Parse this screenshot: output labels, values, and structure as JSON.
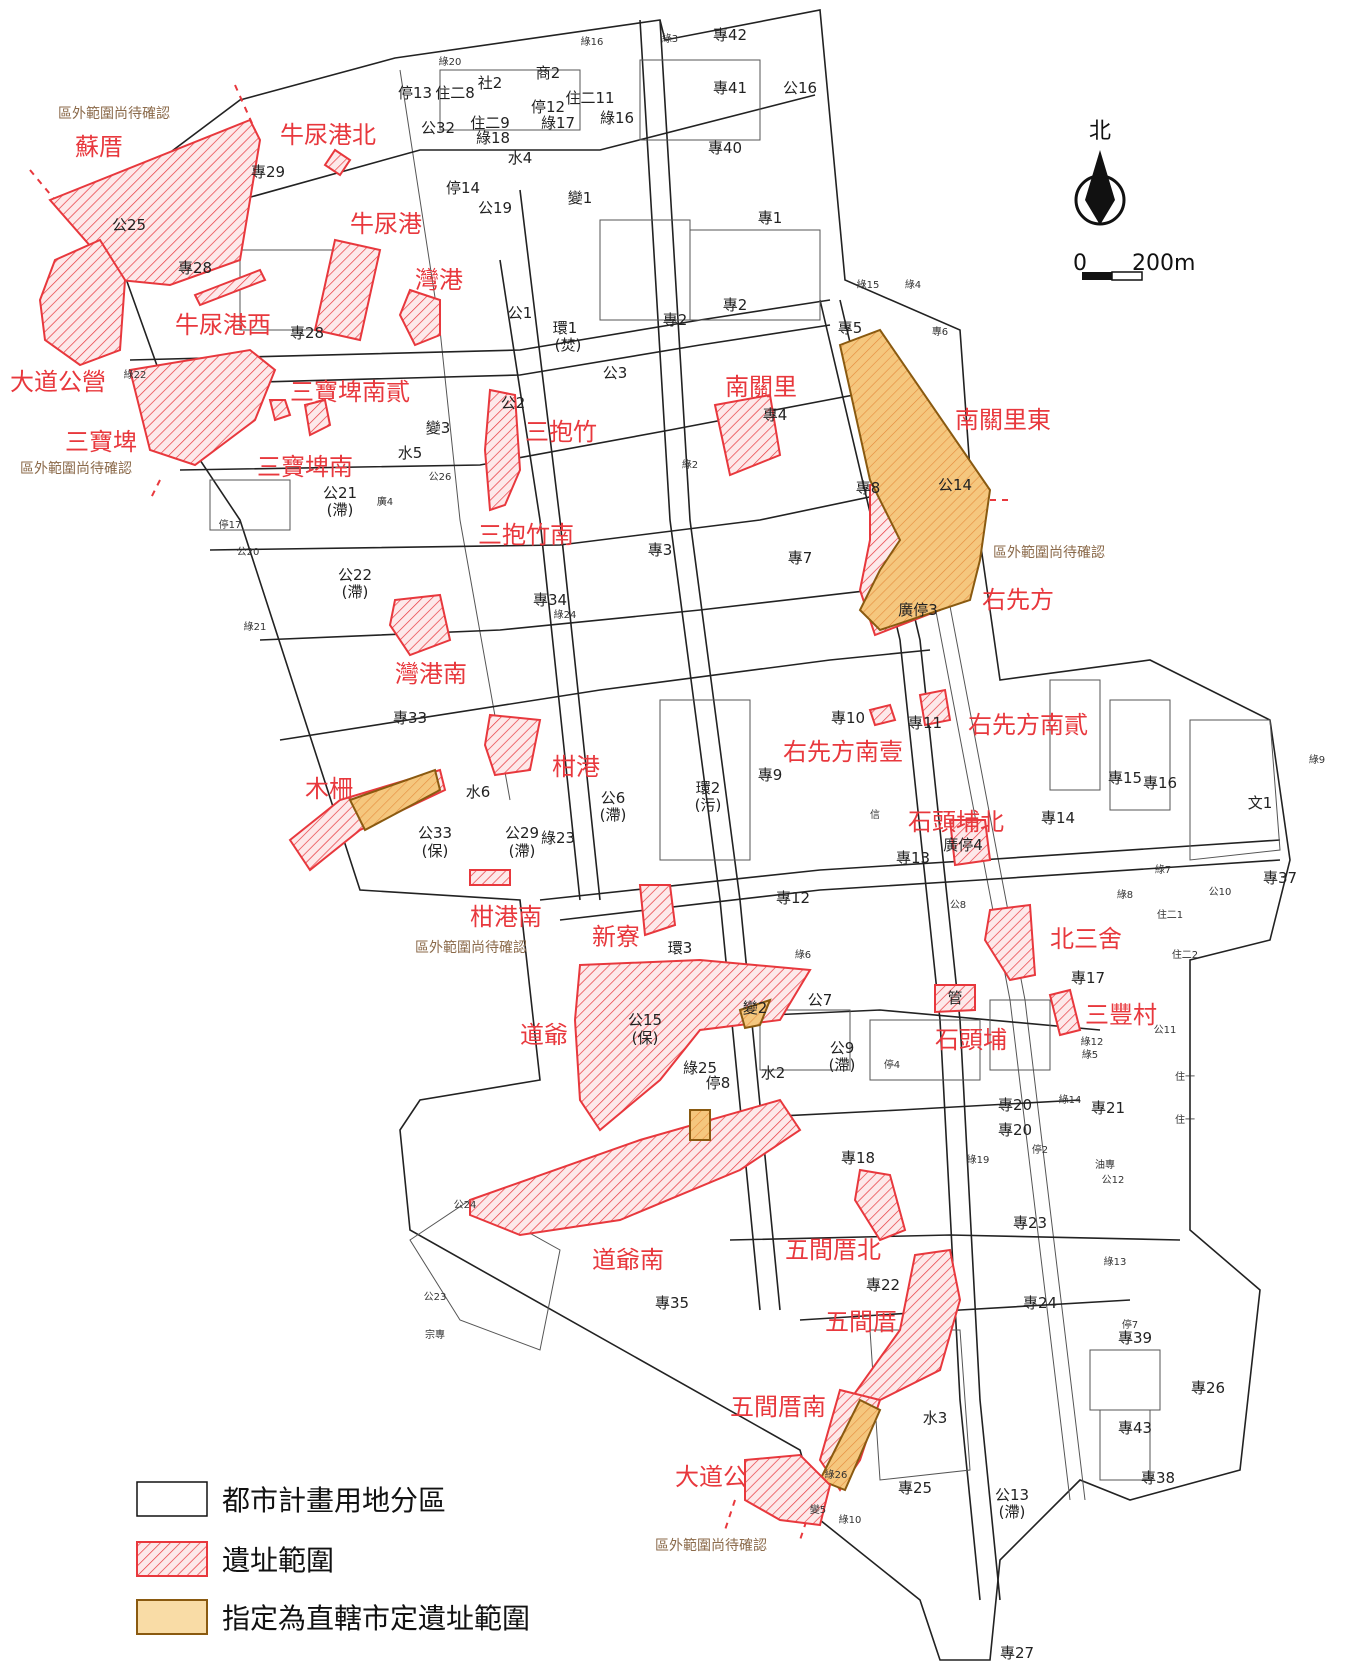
{
  "north_label": "北",
  "scale": {
    "zero": "0",
    "distance": "200m"
  },
  "notes": {
    "nw": "區外範圍尚待確認",
    "w": "區外範圍尚待確認",
    "e": "區外範圍尚待確認",
    "s": "區外範圍尚待確認",
    "se": "區外範圍尚待確認"
  },
  "legend": {
    "zoning": "都市計畫用地分區",
    "site": "遺址範圍",
    "designated": "指定為直轄市定遺址範圍"
  },
  "colors": {
    "site": "#e8383d",
    "designated_fill": "#f5c77e",
    "designated_stroke": "#8a5a10",
    "note": "#8b6a4a"
  },
  "sites": {
    "s01": "蘇厝",
    "s02": "牛尿港北",
    "s03": "牛尿港",
    "s04": "灣港",
    "s05": "牛尿港西",
    "s06": "大道公營",
    "s07": "三寶埤",
    "s08": "三寶埤南貳",
    "s09": "三寶埤南",
    "s10": "三抱竹",
    "s11": "三抱竹南",
    "s12": "南關里",
    "s13": "南關里東",
    "s14": "右先方",
    "s15": "灣港南",
    "s16": "右先方南貳",
    "s17": "右先方南壹",
    "s18": "木柵",
    "s19": "柑港",
    "s20": "石頭埔北",
    "s21": "柑港南",
    "s22": "新寮",
    "s23": "北三舍",
    "s24": "道爺",
    "s25": "三豐村",
    "s26": "石頭埔",
    "s27": "道爺南",
    "s28": "五間厝北",
    "s29": "五間厝",
    "s30": "五間厝南",
    "s31": "大道公"
  },
  "zones": {
    "z01": "專42",
    "z02": "專41",
    "z03": "專40",
    "z04": "專1",
    "z05": "專2",
    "z06": "專2",
    "z07": "專5",
    "z08": "專3",
    "z09": "專7",
    "z10": "專8",
    "z11": "專34",
    "z12": "專33",
    "z13": "專10",
    "z14": "專11",
    "z15": "專9",
    "z16": "專12",
    "z17": "專13",
    "z18": "專14",
    "z19": "專15",
    "z20": "專16",
    "z21": "專37",
    "z22": "專17",
    "z23": "專20",
    "z24": "專20",
    "z25": "專21",
    "z26": "專18",
    "z27": "專23",
    "z28": "專22",
    "z29": "專24",
    "z30": "專35",
    "z31": "專26",
    "z32": "專25",
    "z33": "商2",
    "z34": "住二8",
    "z35": "社2",
    "z36": "住二11",
    "z37": "停12",
    "z38": "綠17",
    "z39": "綠16",
    "z40": "住二9",
    "z41": "綠18",
    "z42": "水4",
    "z43": "變1",
    "z44": "公1",
    "z45": "公3",
    "z46": "環1",
    "z47": "(焚)",
    "z48": "水5",
    "z49": "變3",
    "z50": "公6",
    "z51": "(滯)",
    "z52": "環2",
    "z53": "(污)",
    "z54": "環3",
    "z55": "公7",
    "z56": "水2",
    "z57": "停8",
    "z58": "文1",
    "z59": "公9",
    "z60": "(滯)",
    "z61": "公13",
    "z62": "(滯)",
    "z63": "水3",
    "z64": "管",
    "z65": "公33",
    "z66": "(保)",
    "z67": "公29",
    "z68": "(滯)",
    "z69": "公15",
    "z70": "(保)",
    "z71": "公21",
    "z72": "(滯)",
    "z73": "公22",
    "z74": "(滯)",
    "z75": "水6",
    "z76": "變2",
    "z77": "專29",
    "z78": "專28",
    "z79": "專28",
    "z80": "公25",
    "z81": "停13",
    "z82": "公32",
    "z83": "停14",
    "z84": "公19",
    "z85": "公16",
    "z86": "專39",
    "z87": "專43",
    "z88": "專38",
    "z89": "專27",
    "z90": "綠23",
    "z91": "公2",
    "z92": "專4",
    "z93": "廣停3",
    "z94": "公14",
    "z95": "綠25",
    "z96": "廣停4",
    "z97": "綠20",
    "z98": "綠16",
    "z99": "綠3",
    "z100": "綠4",
    "z101": "綠15",
    "z102": "專6",
    "z103": "綠22",
    "z104": "停17",
    "z105": "公20",
    "z106": "綠21",
    "z107": "綠2",
    "z108": "綠8",
    "z109": "綠14",
    "z110": "綠12",
    "z111": "綠13",
    "z112": "綠9",
    "z113": "綠7",
    "z114": "公8",
    "z115": "綠6",
    "z116": "公10",
    "z117": "住二1",
    "z118": "住二2",
    "z119": "住一",
    "z120": "住一",
    "z121": "公11",
    "z122": "停7",
    "z123": "停2",
    "z124": "綠19",
    "z125": "公23",
    "z126": "宗專",
    "z127": "公24",
    "z128": "綠26",
    "z129": "變5",
    "z130": "綠10",
    "z131": "綠5",
    "z132": "停4",
    "z133": "廣4",
    "z134": "公26",
    "z135": "綠24",
    "z136": "油專",
    "z137": "公12",
    "z138": "信"
  }
}
